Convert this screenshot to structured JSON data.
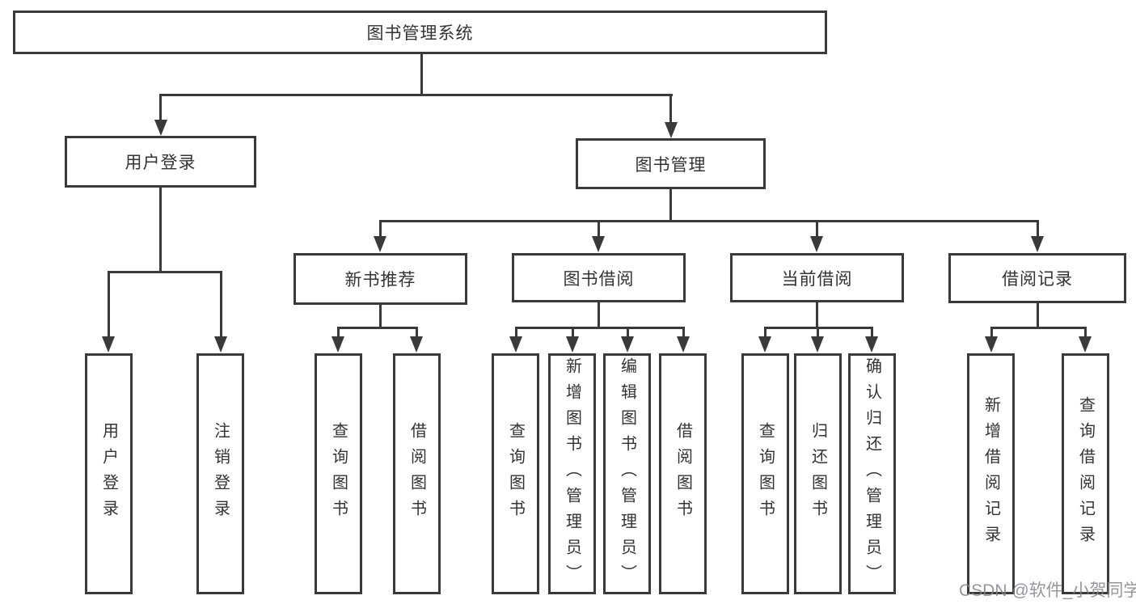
{
  "diagram": {
    "root": {
      "label": "图书管理系统"
    },
    "level2": [
      {
        "label": "用户登录"
      },
      {
        "label": "图书管理"
      }
    ],
    "level3": [
      {
        "label": "新书推荐"
      },
      {
        "label": "图书借阅"
      },
      {
        "label": "当前借阅"
      },
      {
        "label": "借阅记录"
      }
    ],
    "leaves": [
      {
        "label": "用户登录"
      },
      {
        "label": "注销登录"
      },
      {
        "label": "查询图书"
      },
      {
        "label": "借阅图书"
      },
      {
        "label": "查询图书"
      },
      {
        "label": "新增图书（管理员）"
      },
      {
        "label": "编辑图书（管理员）"
      },
      {
        "label": "借阅图书"
      },
      {
        "label": "查询图书"
      },
      {
        "label": "归还图书"
      },
      {
        "label": "确认归还（管理员）"
      },
      {
        "label": "新增借阅记录"
      },
      {
        "label": "查询借阅记录"
      }
    ]
  },
  "watermark": {
    "text": "CSDN @软件_小贺同学"
  },
  "colors": {
    "line": "#3a3a3a",
    "text": "#333333",
    "watermark": "#84848c",
    "background": "#ffffff"
  }
}
